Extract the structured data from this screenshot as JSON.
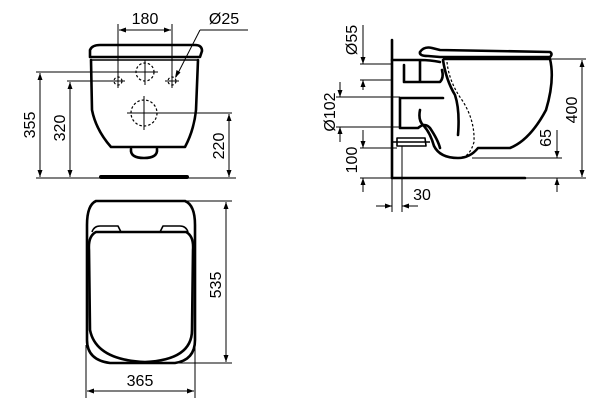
{
  "drawing": {
    "subject": "wall-hung toilet technical drawing",
    "units": "mm",
    "line_color": "#000000",
    "background": "#ffffff"
  },
  "front_view": {
    "dimensions": {
      "fixing_spacing": "180",
      "fixing_hole_diameter": "Ø25",
      "height_top_fixing": "355",
      "height_lower_fixing": "320",
      "height_outlet": "220"
    }
  },
  "side_view": {
    "dimensions": {
      "inlet_diameter": "Ø55",
      "outlet_diameter": "Ø102",
      "outlet_height": "100",
      "wall_offset": "30",
      "bowl_height": "400",
      "bottom_clearance": "65"
    }
  },
  "top_view": {
    "dimensions": {
      "length": "535",
      "width": "365"
    }
  }
}
